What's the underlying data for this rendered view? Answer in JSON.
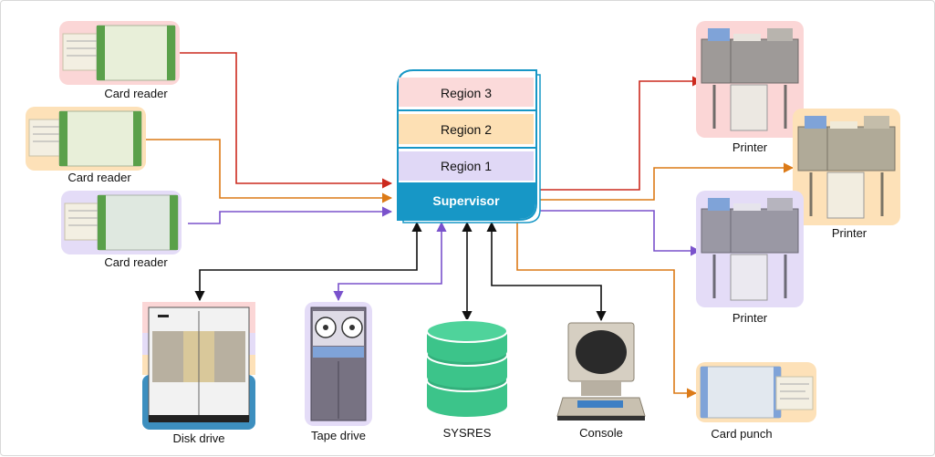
{
  "colors": {
    "region3": "#fbdada",
    "region2": "#fde0b4",
    "region1": "#e0d8f6",
    "supervisor": "#1797c6",
    "red": "#cc2a1e",
    "orange": "#dc7a17",
    "purple": "#7a52cc",
    "black": "#111111",
    "sysres": "#3cc48a"
  },
  "memory": {
    "region3": "Region 3",
    "region2": "Region 2",
    "region1": "Region 1",
    "supervisor": "Supervisor"
  },
  "devices": {
    "card_reader_1": "Card reader",
    "card_reader_2": "Card reader",
    "card_reader_3": "Card reader",
    "printer_1": "Printer",
    "printer_2": "Printer",
    "printer_3": "Printer",
    "card_punch": "Card punch",
    "disk_drive": "Disk drive",
    "tape_drive": "Tape drive",
    "sysres": "SYSRES",
    "console": "Console"
  }
}
